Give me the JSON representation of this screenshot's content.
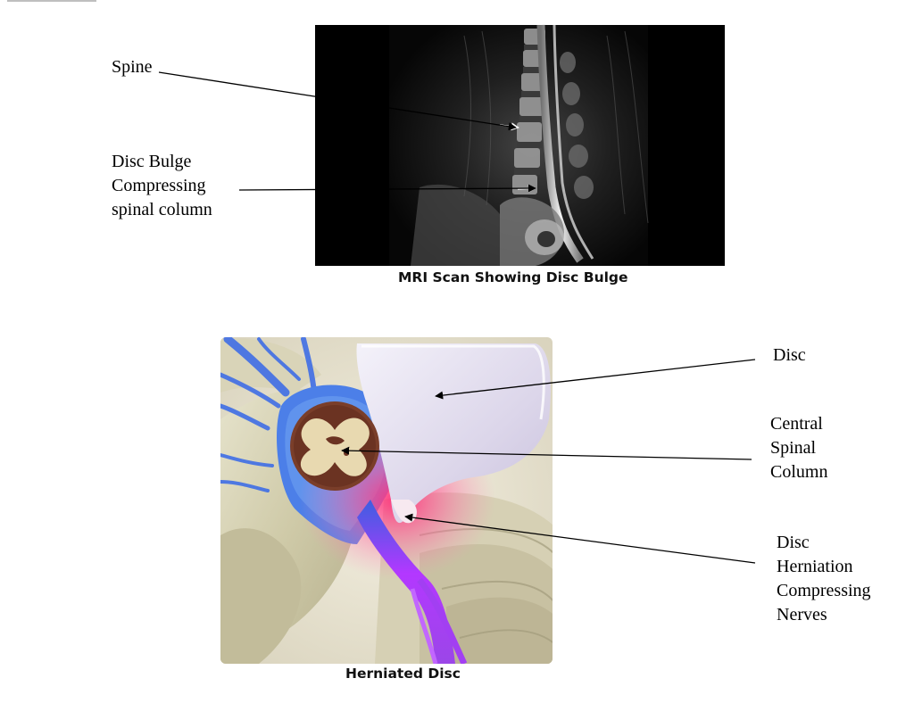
{
  "mri_section": {
    "caption": "MRI Scan Showing Disc Bulge",
    "labels": {
      "spine": "Spine",
      "disc_bulge": [
        "Disc Bulge",
        "Compressing",
        "spinal column"
      ]
    }
  },
  "herniation_section": {
    "caption": "Herniated Disc",
    "labels": {
      "disc": "Disc",
      "central_spinal_column": [
        "Central",
        "Spinal",
        "Column"
      ],
      "disc_herniation": [
        "Disc",
        "Herniation",
        "Compressing",
        "Nerves"
      ]
    }
  }
}
